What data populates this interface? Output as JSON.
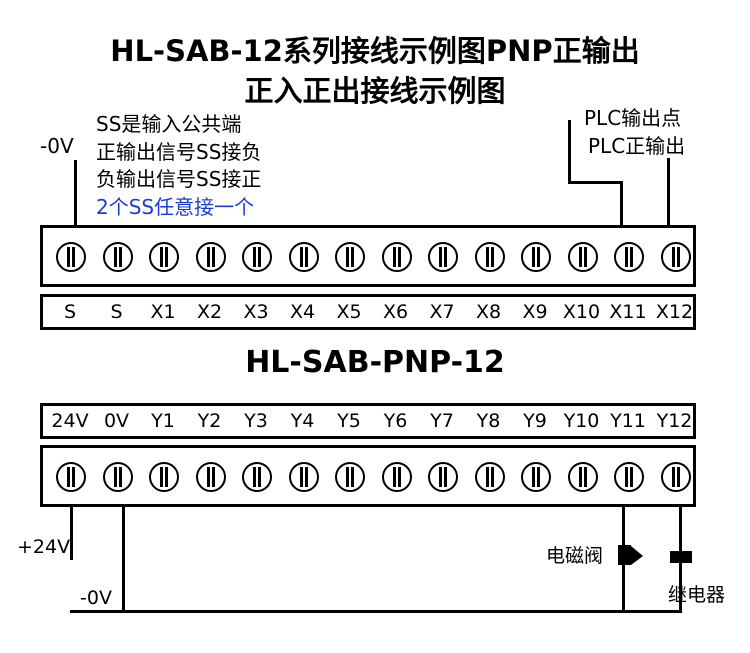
{
  "title_line1": "HL-SAB-12系列接线示例图PNP正输出",
  "title_line2": "正入正出接线示例图",
  "model": "HL-SAB-PNP-12",
  "input_notes": {
    "minus_0v": "-0V",
    "line1": "SS是输入公共端",
    "line2": "正输出信号SS接负",
    "line3": "负输出信号SS接正",
    "line4": "2个SS任意接一个"
  },
  "plc_notes": {
    "line1": "PLC输出点",
    "line2": "PLC正输出"
  },
  "input_labels": [
    "S",
    "S",
    "X1",
    "X2",
    "X3",
    "X4",
    "X5",
    "X6",
    "X7",
    "X8",
    "X9",
    "X10",
    "X11",
    "X12"
  ],
  "output_labels": [
    "24V",
    "0V",
    "Y1",
    "Y2",
    "Y3",
    "Y4",
    "Y5",
    "Y6",
    "Y7",
    "Y8",
    "Y9",
    "Y10",
    "Y11",
    "Y12"
  ],
  "bottom_notes": {
    "plus_24v": "+24V",
    "minus_0v": "-0V",
    "solenoid": "电磁阀",
    "relay": "继电器"
  },
  "colors": {
    "note_blue": "#1a3cd6"
  }
}
